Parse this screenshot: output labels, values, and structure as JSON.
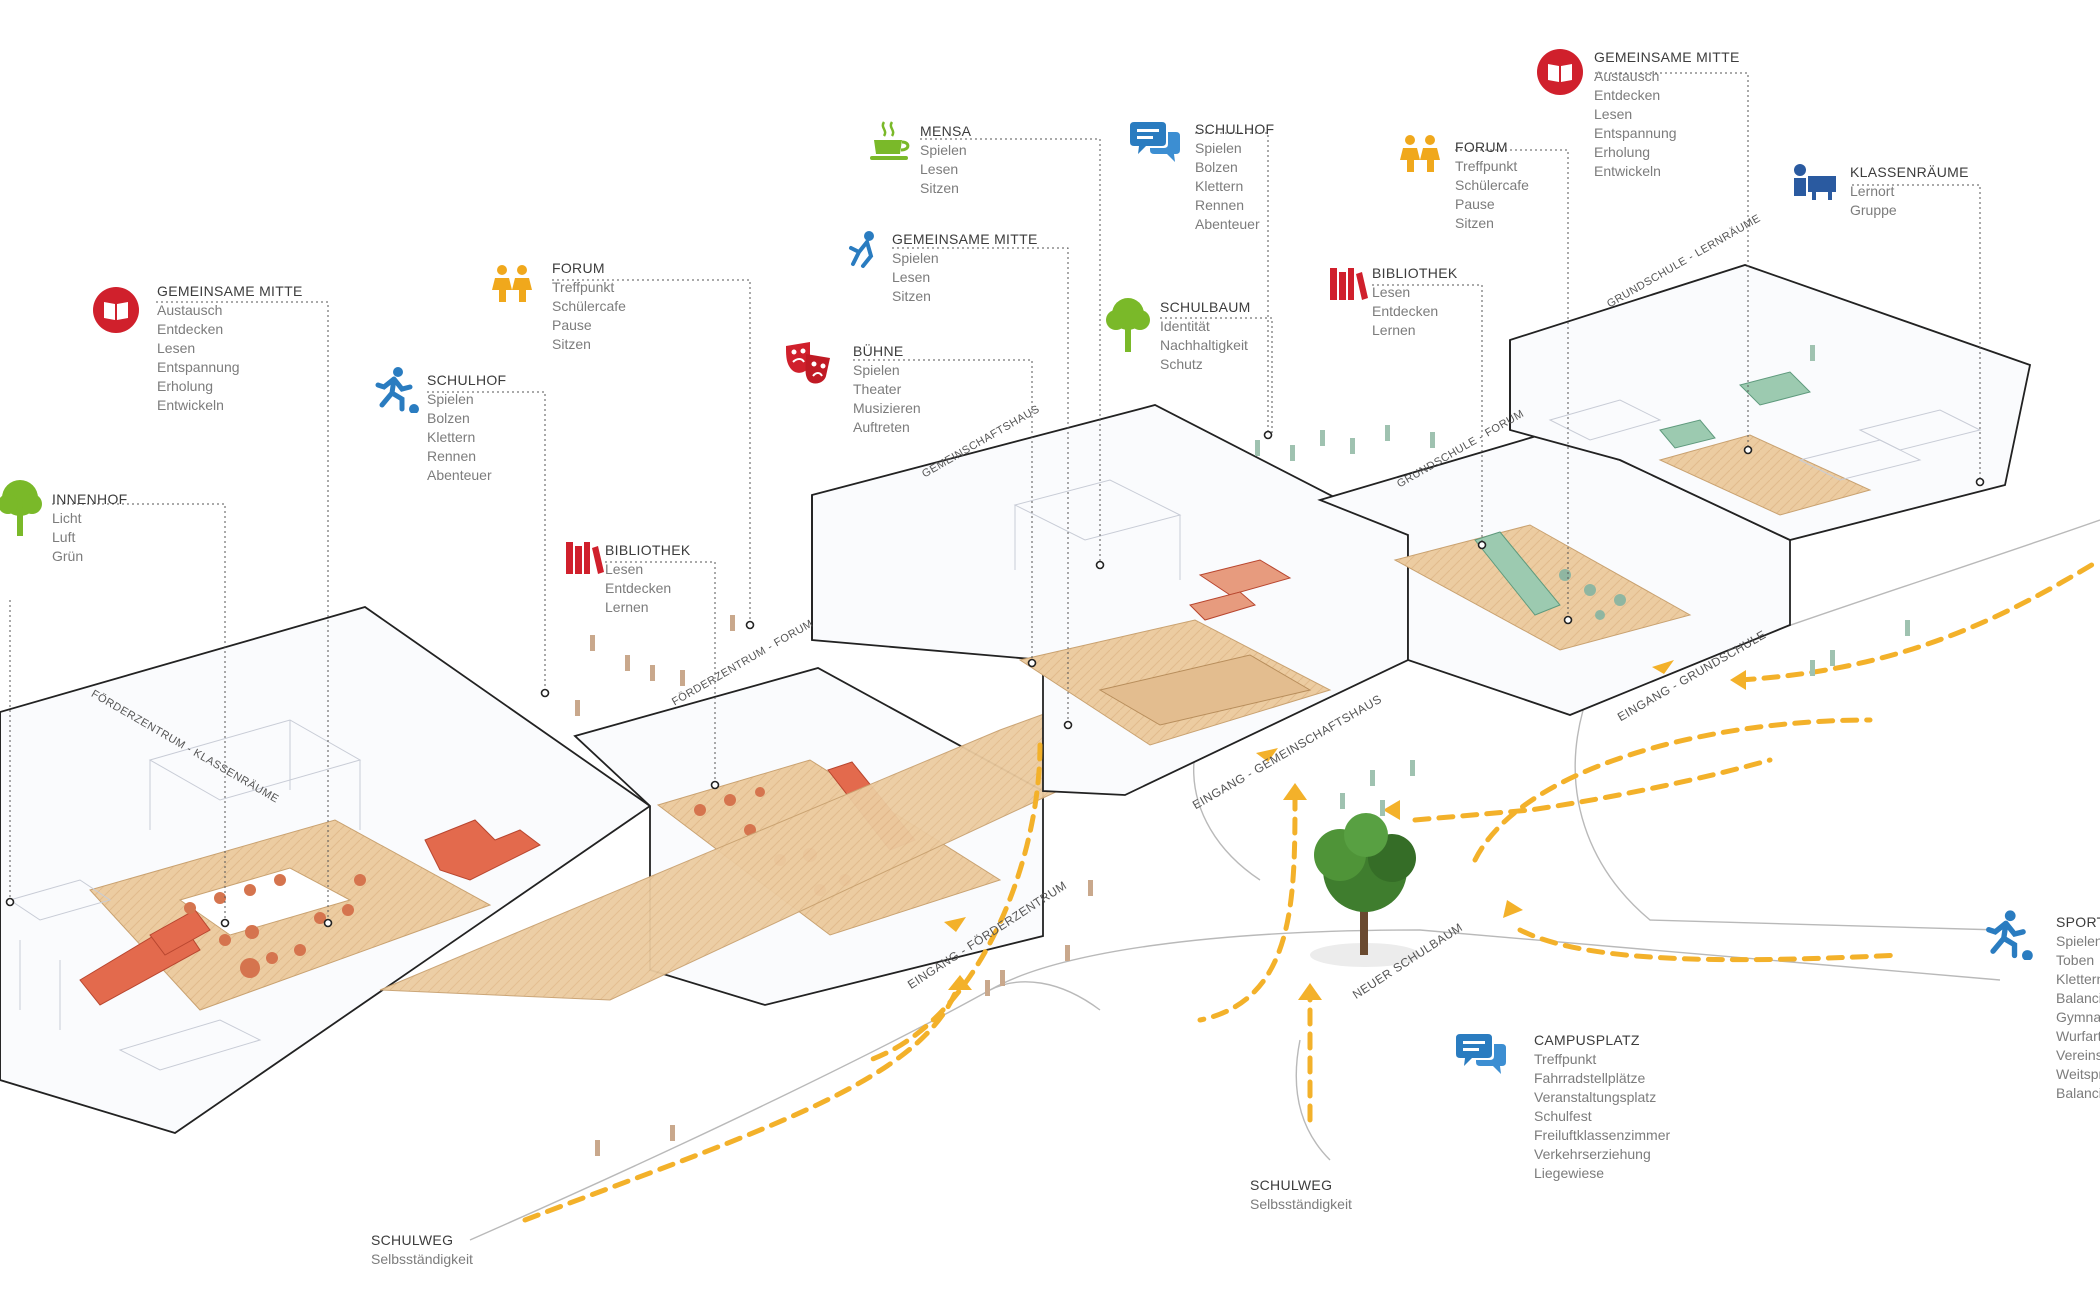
{
  "labels": {
    "gm_left": {
      "title": "GEMEINSAME MITTE",
      "items": [
        "Austausch",
        "Entdecken",
        "Lesen",
        "Entspannung",
        "Erholung",
        "Entwickeln"
      ],
      "icon": "book-icon",
      "color": "#d0202c"
    },
    "innenhof": {
      "title": "INNENHOF",
      "items": [
        "Licht",
        "Luft",
        "Grün"
      ],
      "icon": "tree-icon",
      "color": "#7ab929"
    },
    "schulhof_l": {
      "title": "SCHULHOF",
      "items": [
        "Spielen",
        "Bolzen",
        "Klettern",
        "Rennen",
        "Abenteuer"
      ],
      "icon": "runner-icon",
      "color": "#2a7cc0"
    },
    "forum_l": {
      "title": "FORUM",
      "items": [
        "Treffpunkt",
        "Schülercafe",
        "Pause",
        "Sitzen"
      ],
      "icon": "people-icon",
      "color": "#f0a81c"
    },
    "biblio_l": {
      "title": "BIBLIOTHEK",
      "items": [
        "Lesen",
        "Entdecken",
        "Lernen"
      ],
      "icon": "books-icon",
      "color": "#d0202c"
    },
    "mensa": {
      "title": "MENSA",
      "items": [
        "Spielen",
        "Lesen",
        "Sitzen"
      ],
      "icon": "cup-icon",
      "color": "#7ab929"
    },
    "gm_mid": {
      "title": "GEMEINSAME MITTE",
      "items": [
        "Spielen",
        "Lesen",
        "Sitzen"
      ],
      "icon": "climber-icon",
      "color": "#2a7cc0"
    },
    "buehne": {
      "title": "BÜHNE",
      "items": [
        "Spielen",
        "Theater",
        "Musizieren",
        "Auftreten"
      ],
      "icon": "masks-icon",
      "color": "#d0202c"
    },
    "schulhof_m": {
      "title": "SCHULHOF",
      "items": [
        "Spielen",
        "Bolzen",
        "Klettern",
        "Rennen",
        "Abenteuer"
      ],
      "icon": "chat-icon",
      "color": "#2a7cc0"
    },
    "schulbaum": {
      "title": "SCHULBAUM",
      "items": [
        "Identität",
        "Nachhaltigkeit",
        "Schutz"
      ],
      "icon": "tree-icon",
      "color": "#7ab929"
    },
    "forum_r": {
      "title": "FORUM",
      "items": [
        "Treffpunkt",
        "Schülercafe",
        "Pause",
        "Sitzen"
      ],
      "icon": "people-icon",
      "color": "#f0a81c"
    },
    "biblio_r": {
      "title": "BIBLIOTHEK",
      "items": [
        "Lesen",
        "Entdecken",
        "Lernen"
      ],
      "icon": "books-icon",
      "color": "#d0202c"
    },
    "gm_right": {
      "title": "GEMEINSAME MITTE",
      "items": [
        "Austausch",
        "Entdecken",
        "Lesen",
        "Entspannung",
        "Erholung",
        "Entwickeln"
      ],
      "icon": "book-icon",
      "color": "#d0202c"
    },
    "klassen": {
      "title": "KLASSENRÄUME",
      "items": [
        "Lernort",
        "Gruppe"
      ],
      "icon": "desk-icon",
      "color": "#2a5aa0"
    },
    "campus": {
      "title": "CAMPUSPLATZ",
      "items": [
        "Treffpunkt",
        "Fahrradstellplätze",
        "Veranstaltungsplatz",
        "Schulfest",
        "Freiluftklassenzimmer",
        "Verkehrserziehung",
        "Liegewiese"
      ],
      "icon": "chat-icon",
      "color": "#2a7cc0"
    },
    "sport": {
      "title": "SPORT",
      "items": [
        "Spielen",
        "Toben",
        "Klettern",
        "Balancieren",
        "Gymnastik",
        "Wurfarten",
        "Vereinssport",
        "Weitsprung",
        "Balancieren"
      ],
      "icon": "runner-icon",
      "color": "#2a7cc0"
    },
    "schulweg_l": {
      "title": "SCHULWEG",
      "items": [
        "Selbsständigkeit"
      ]
    },
    "schulweg_m": {
      "title": "SCHULWEG",
      "items": [
        "Selbsständigkeit"
      ]
    }
  },
  "buildings": {
    "foerder_klassen": "FÖRDERZENTRUM - KLASSENRÄUME",
    "foerder_forum": "FÖRDERZENTRUM - FORUM",
    "gemeinschaft": "GEMEINSCHAFTSHAUS",
    "grund_forum": "GRUNDSCHULE - FORUM",
    "grund_lern": "GRUNDSCHULE - LERNRÄUME"
  },
  "paths": {
    "eingang_foerder": "EINGANG - FÖRDERZENTRUM",
    "eingang_gemein": "EINGANG - GEMEINSCHAFTSHAUS",
    "eingang_grund": "EINGANG - GRUNDSCHULE",
    "schulbaum": "NEUER SCHULBAUM"
  },
  "colors": {
    "floor": "#e9c79a",
    "stair_red": "#e36a4d",
    "stair_green": "#9ccab0",
    "path_arrow": "#f3b12a",
    "line": "#1f1f1f"
  }
}
